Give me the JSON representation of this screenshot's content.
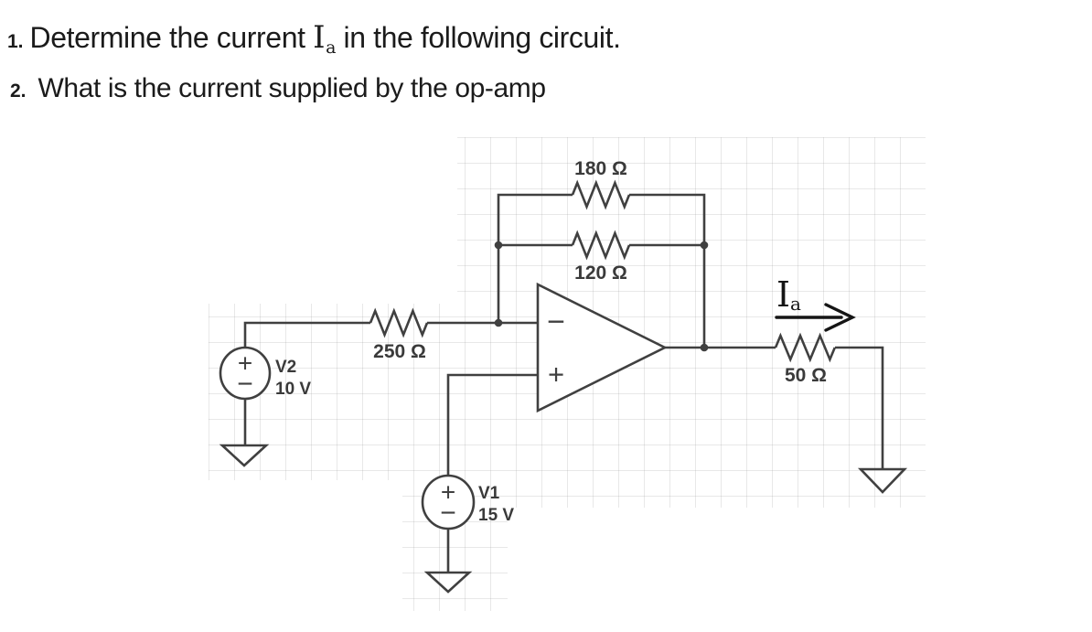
{
  "questions": [
    {
      "number": "1.",
      "text_before": "Determine the current ",
      "symbol_main": "I",
      "symbol_sub": "a",
      "text_after": " in the following circuit."
    },
    {
      "number": "2.",
      "text": "What is the current supplied by the op-amp"
    }
  ],
  "circuit": {
    "resistors": [
      {
        "id": "R_feedback_top",
        "label": "180 Ω"
      },
      {
        "id": "R_feedback_mid",
        "label": "120 Ω"
      },
      {
        "id": "R_input",
        "label": "250 Ω"
      },
      {
        "id": "R_output",
        "label": "50 Ω"
      }
    ],
    "sources": [
      {
        "id": "V2",
        "name": "V2",
        "value": "10 V",
        "plus": "+",
        "minus": "−"
      },
      {
        "id": "V1",
        "name": "V1",
        "value": "15 V",
        "plus": "+",
        "minus": "−"
      }
    ],
    "opamp": {
      "minus": "−",
      "plus": "+"
    },
    "current_label": {
      "main": "I",
      "sub": "a"
    },
    "colors": {
      "wire": "#404040",
      "label": "#3a3a3a",
      "ink": "#151515",
      "grid": "#e9e9e9"
    }
  }
}
